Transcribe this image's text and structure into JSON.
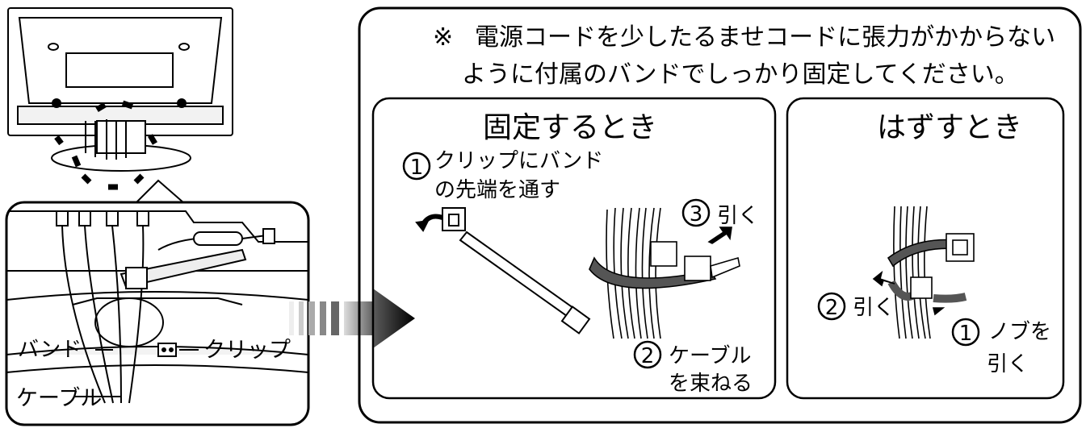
{
  "notice": {
    "mark": "※",
    "line1": "電源コードを少したるませコードに張力がかからない",
    "line2": "ように付属のバンドでしっかり固定してください。"
  },
  "fix_panel": {
    "title": "固定するとき",
    "step1_num": "1",
    "step1_line1": "クリップにバンド",
    "step1_line2": "の先端を通す",
    "step2_num": "2",
    "step2_line1": "ケーブル",
    "step2_line2": "を束ねる",
    "step3_num": "3",
    "step3_text": "引く"
  },
  "remove_panel": {
    "title": "はずすとき",
    "step1_num": "1",
    "step1_line1": "ノブを",
    "step1_line2": "引く",
    "step2_num": "2",
    "step2_text": "引く"
  },
  "detail": {
    "band_label": "バンド",
    "clip_label": "クリップ",
    "cable_label": "ケーブル"
  }
}
